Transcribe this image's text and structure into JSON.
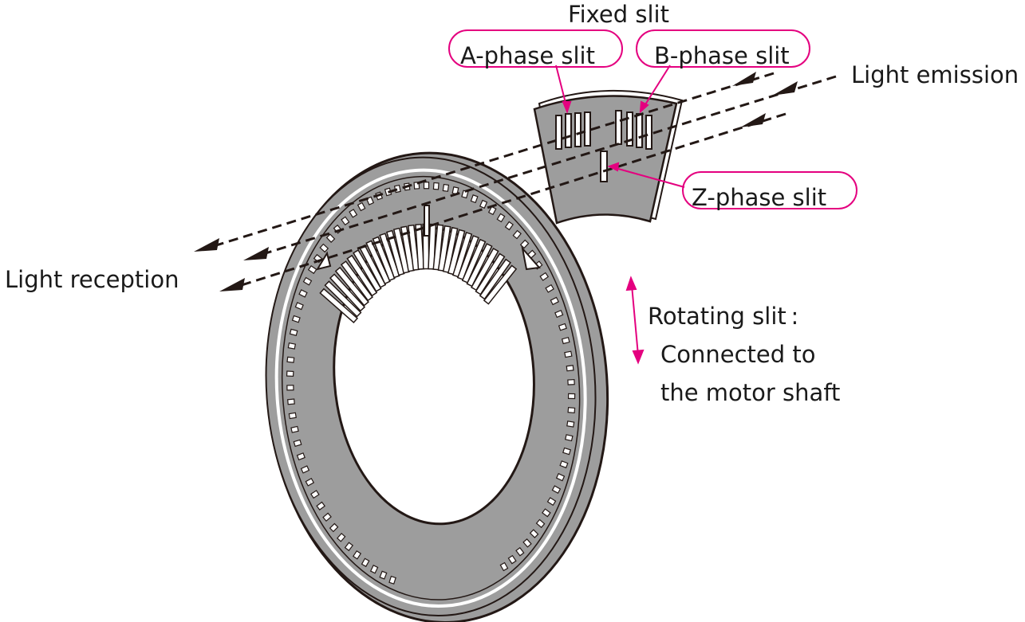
{
  "labels": {
    "fixed_slit": "Fixed slit",
    "a_phase": "A-phase slit",
    "b_phase": "B-phase slit",
    "z_phase": "Z-phase slit",
    "light_emission": "Light emission",
    "light_reception": "Light reception",
    "rotating_line1": "Rotating slit :",
    "rotating_line2": "Connected to",
    "rotating_line3": "the motor shaft"
  },
  "colors": {
    "disk": "#9d9d9d",
    "outline": "#231815",
    "callout": "#e4007f"
  }
}
